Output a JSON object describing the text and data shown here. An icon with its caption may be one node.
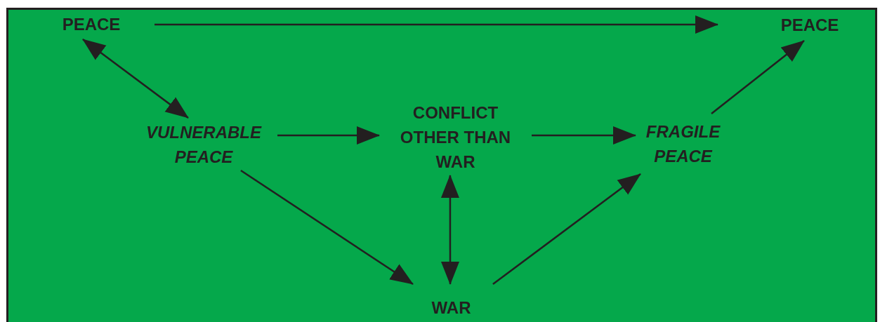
{
  "diagram": {
    "nodes": [
      {
        "text": [
          "PEACE"
        ]
      },
      {
        "text": [
          "PEACE"
        ]
      },
      {
        "text": [
          "VULNERABLE PEACE"
        ]
      },
      {
        "text": [
          "CONFLICT OTHER THAN WAR"
        ]
      },
      {
        "text": [
          "FRAGILE PEACE"
        ]
      },
      {
        "text": [
          "WAR"
        ]
      }
    ],
    "edges": [
      {
        "from": 0,
        "to": 1,
        "arrow": "to"
      },
      {
        "from": 0,
        "to": 2,
        "arrow": "both"
      },
      {
        "from": 2,
        "to": 3,
        "arrow": "to"
      },
      {
        "from": 3,
        "to": 4,
        "arrow": "to"
      },
      {
        "from": 4,
        "to": 1,
        "arrow": "to"
      },
      {
        "from": 2,
        "to": 5,
        "arrow": "to"
      },
      {
        "from": 3,
        "to": 5,
        "arrow": "both"
      },
      {
        "from": 5,
        "to": 4,
        "arrow": "to"
      }
    ]
  }
}
